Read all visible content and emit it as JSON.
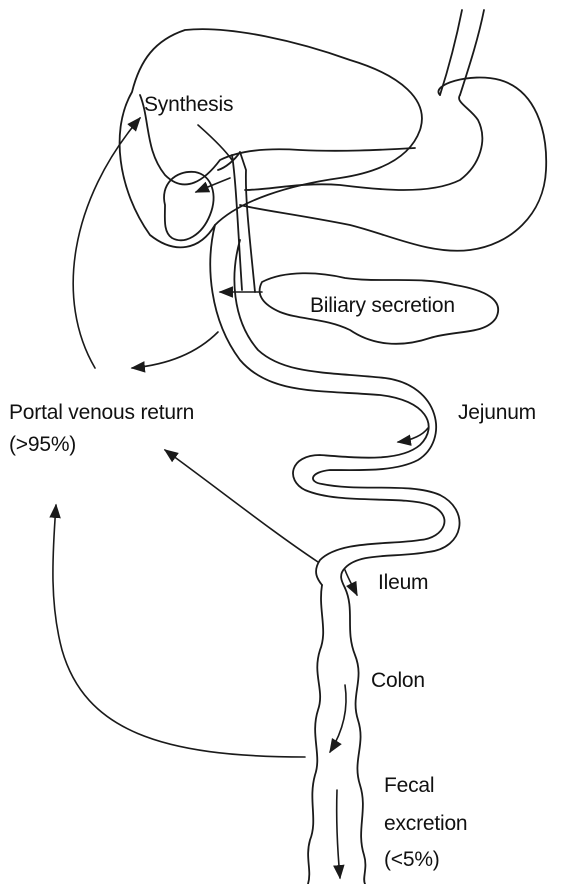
{
  "labels": {
    "synthesis": "Synthesis",
    "biliary_secretion": "Biliary secretion",
    "portal_line1": "Portal venous return",
    "portal_line2": "(>95%)",
    "jejunum": "Jejunum",
    "ileum": "Ileum",
    "colon": "Colon",
    "fecal_line1": "Fecal",
    "fecal_line2": "excretion",
    "fecal_line3": "(<5%)"
  },
  "colors": {
    "ink": "#1a1a1a",
    "background": "#ffffff"
  }
}
